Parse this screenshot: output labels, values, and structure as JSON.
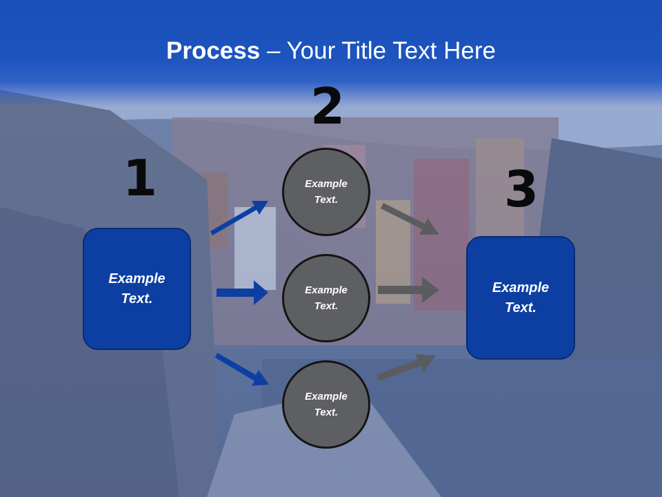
{
  "title": {
    "bold": "Process",
    "rest": " – Your Title Text Here"
  },
  "steps": [
    {
      "number": "1",
      "text": "Example\nText."
    },
    {
      "number": "2"
    },
    {
      "number": "3",
      "text": "Example\nText."
    }
  ],
  "circles": [
    {
      "text": "Example\nText."
    },
    {
      "text": "Example\nText."
    },
    {
      "text": "Example\nText."
    }
  ],
  "colors": {
    "header": "#1d54be",
    "box": "#0d3fa3",
    "circle": "#5e5f62",
    "arrow_blue": "#0d3fa3",
    "arrow_gray": "#5b5c5f"
  }
}
